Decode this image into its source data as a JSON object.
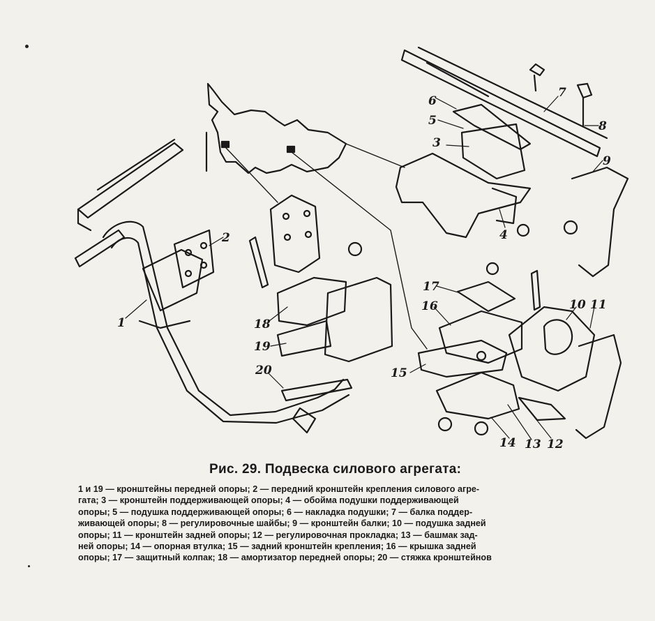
{
  "caption": {
    "title": "Рис. 29. Подвеска силового агрегата:",
    "legend_lines": [
      "1 и 19 — кронштейны передней опоры; 2 — передний кронштейн крепления силового агре-",
      "гата; 3 — кронштейн поддерживающей опоры; 4 — обойма подушки поддерживающей",
      "опоры; 5 — подушка поддерживающей опоры; 6 — накладка подушки; 7 — балка поддер-",
      "живающей опоры; 8 — регулировочные шайбы; 9 — кронштейн балки; 10 — подушка задней",
      "опоры; 11 — кронштейн задней опоры; 12 — регулировочная прокладка; 13 — башмак зад-",
      "ней опоры; 14 — опорная втулка; 15 — задний кронштейн крепления; 16 — крышка задней",
      "опоры; 17 — защитный колпак; 18 — амортизатор передней опоры; 20 — стяжка кронштейнов"
    ]
  },
  "callouts": [
    "1",
    "2",
    "3",
    "4",
    "5",
    "6",
    "7",
    "8",
    "9",
    "10",
    "11",
    "12",
    "13",
    "14",
    "15",
    "16",
    "17",
    "18",
    "19",
    "20"
  ],
  "colors": {
    "paper": "#f2f1ec",
    "ink": "#1a1a1a"
  }
}
